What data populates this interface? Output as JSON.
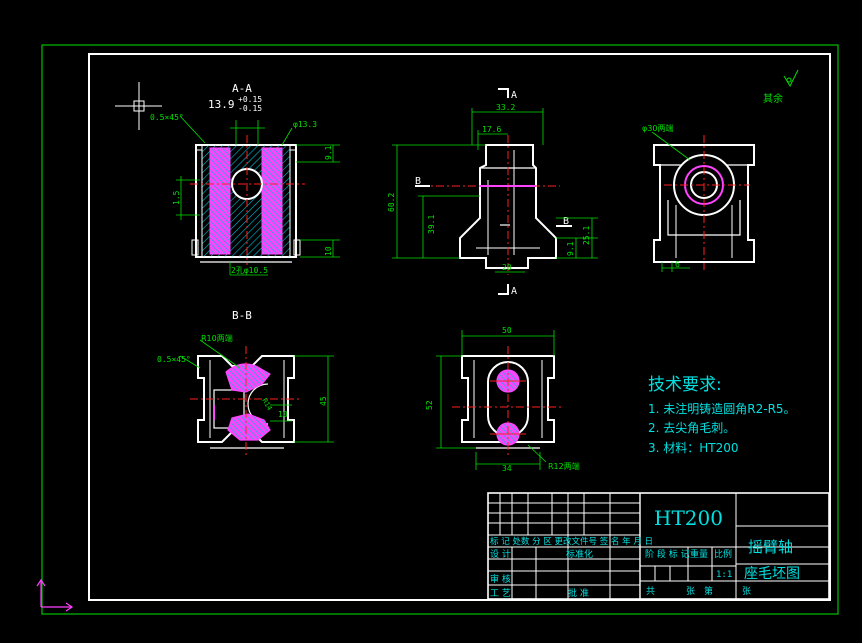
{
  "colors": {
    "background": "#000000",
    "outline": "#ffffff",
    "frame": "#00c000",
    "dimension": "#00e000",
    "centerline": "#ff2020",
    "hatch": "#00bcd4",
    "core_fill": "#ff44ff",
    "text": "#00e0e0",
    "ucs": "#ff40ff"
  },
  "views": {
    "aa": {
      "label": "A-A"
    },
    "bb": {
      "label": "B-B"
    }
  },
  "dims": {
    "aa_width": "13.9",
    "aa_tol_upper": "+0.15",
    "aa_tol_lower": "-0.15",
    "aa_chamfer": "0.5×45°",
    "aa_dia": "φ13.3",
    "aa_9": "9.1",
    "aa_15": "1.5",
    "aa_10": "10",
    "aa_holes": "2孔φ10.5",
    "front_332": "33.2",
    "front_176": "17.6",
    "front_602": "60.2",
    "front_391": "39.1",
    "front_20": "20",
    "front_91": "9.1",
    "front_251": "25.1",
    "section_a_top": "A",
    "section_a_bottom": "A",
    "section_b_left": "B",
    "section_b_right": "B",
    "side_dia": "φ30两端",
    "side_6": "6",
    "bb_r10": "R10两端",
    "bb_chamfer": "0.5×45°",
    "bb_r": "R14",
    "bb_10": "10",
    "bb_45": "45",
    "top_50": "50",
    "top_52": "52",
    "top_34": "34",
    "top_r12": "R12两端"
  },
  "roughness": {
    "label": "其余"
  },
  "tech": {
    "title": "技术要求:",
    "items": [
      "1.  未注明铸造圆角R2-R5。",
      "2. 去尖角毛刺。",
      "3. 材料：HT200"
    ]
  },
  "title_block": {
    "material": "HT200",
    "part_name": "摇臂轴",
    "drawing_name": "座毛坯图",
    "row_revision": "标 记 处数 分    区 更改文件号 签 名  年 月 日",
    "design": "设  计",
    "standard": "标准化",
    "stage": "阶 段 标 记",
    "weight": "重量",
    "scale_label": "比例",
    "scale": "1:1",
    "review": "审  核",
    "process": "工  艺",
    "approve": "批  准",
    "total": "共",
    "sheets": "张",
    "sheet_no": "第",
    "sheet_unit": "张"
  }
}
